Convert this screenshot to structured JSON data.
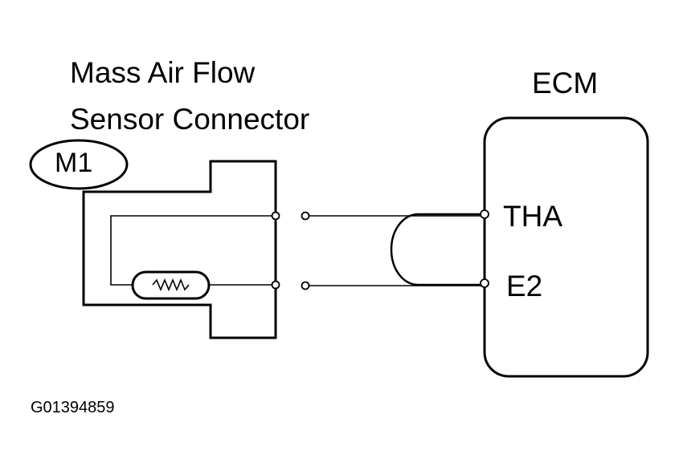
{
  "title": {
    "line1": "Mass Air Flow",
    "line2": "Sensor Connector"
  },
  "connector_id": "M1",
  "ecm": {
    "label": "ECM",
    "pins": [
      "THA",
      "E2"
    ]
  },
  "figure_code": "G01394859"
}
